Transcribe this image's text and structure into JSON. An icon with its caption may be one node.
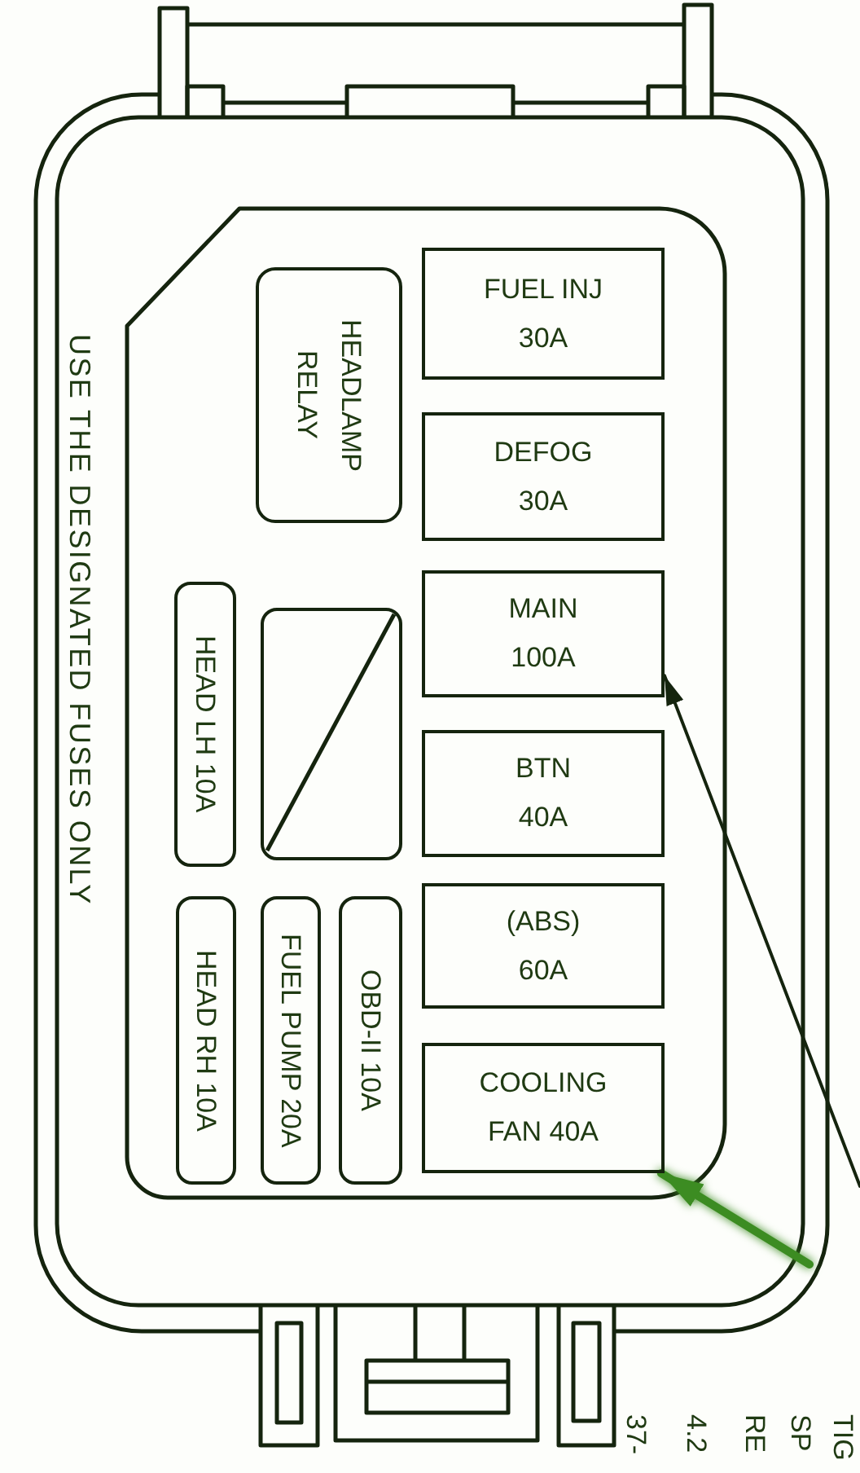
{
  "diagram": {
    "nodes": [
      {
        "text": [
          "HEADLAMP RELAY"
        ]
      },
      {
        "text": [
          "FUEL INJ",
          "30A"
        ]
      },
      {
        "text": [
          "DEFOG",
          "30A"
        ]
      },
      {
        "text": [
          "HEAD LH 10A"
        ]
      },
      {
        "text": [],
        "shape": "box"
      },
      {
        "text": [
          "MAIN",
          "100A"
        ]
      },
      {
        "text": [
          "BTN",
          "40A"
        ]
      },
      {
        "text": [
          "HEAD RH 10A"
        ]
      },
      {
        "text": [
          "FUEL PUMP 20A"
        ]
      },
      {
        "text": [
          "OBD-II 10A"
        ]
      },
      {
        "text": [
          "(ABS)",
          "60A"
        ]
      },
      {
        "text": [
          "COOLING FAN 40A"
        ]
      }
    ],
    "edges": [
      {
        "from": null,
        "to": 5,
        "arrow": "to"
      },
      {
        "from": null,
        "to": 11,
        "arrow": "to",
        "style": "thick",
        "color": "#3c8c22"
      }
    ],
    "labels": [
      "USE THE DESIGNATED FUSES ONLY",
      "TIG",
      "SP",
      "RE",
      "4.2",
      "37-"
    ]
  }
}
